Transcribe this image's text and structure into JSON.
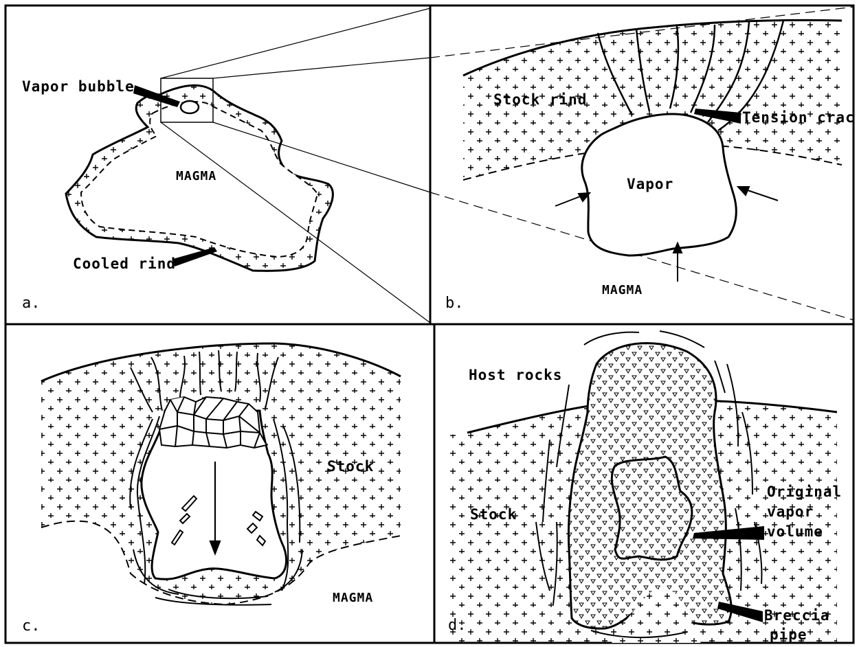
{
  "figure": {
    "panels": [
      {
        "letter": "a.",
        "labels": {
          "vapor_bubble": "Vapor bubble",
          "magma": "MAGMA",
          "cooled_rind": "Cooled rind"
        }
      },
      {
        "letter": "b.",
        "labels": {
          "stock_rind": "Stock rind",
          "tension_cracks": "Tension cracks",
          "vapor": "Vapor",
          "magma": "MAGMA"
        }
      },
      {
        "letter": "c.",
        "labels": {
          "stock": "Stock",
          "magma": "MAGMA"
        }
      },
      {
        "letter": "d.",
        "labels": {
          "host_rocks": "Host rocks",
          "stock": "Stock",
          "original_vapor_volume": [
            "Original",
            "vapor",
            "volume"
          ],
          "breccia_pipe": [
            "Breccia",
            "pipe"
          ]
        }
      }
    ]
  }
}
